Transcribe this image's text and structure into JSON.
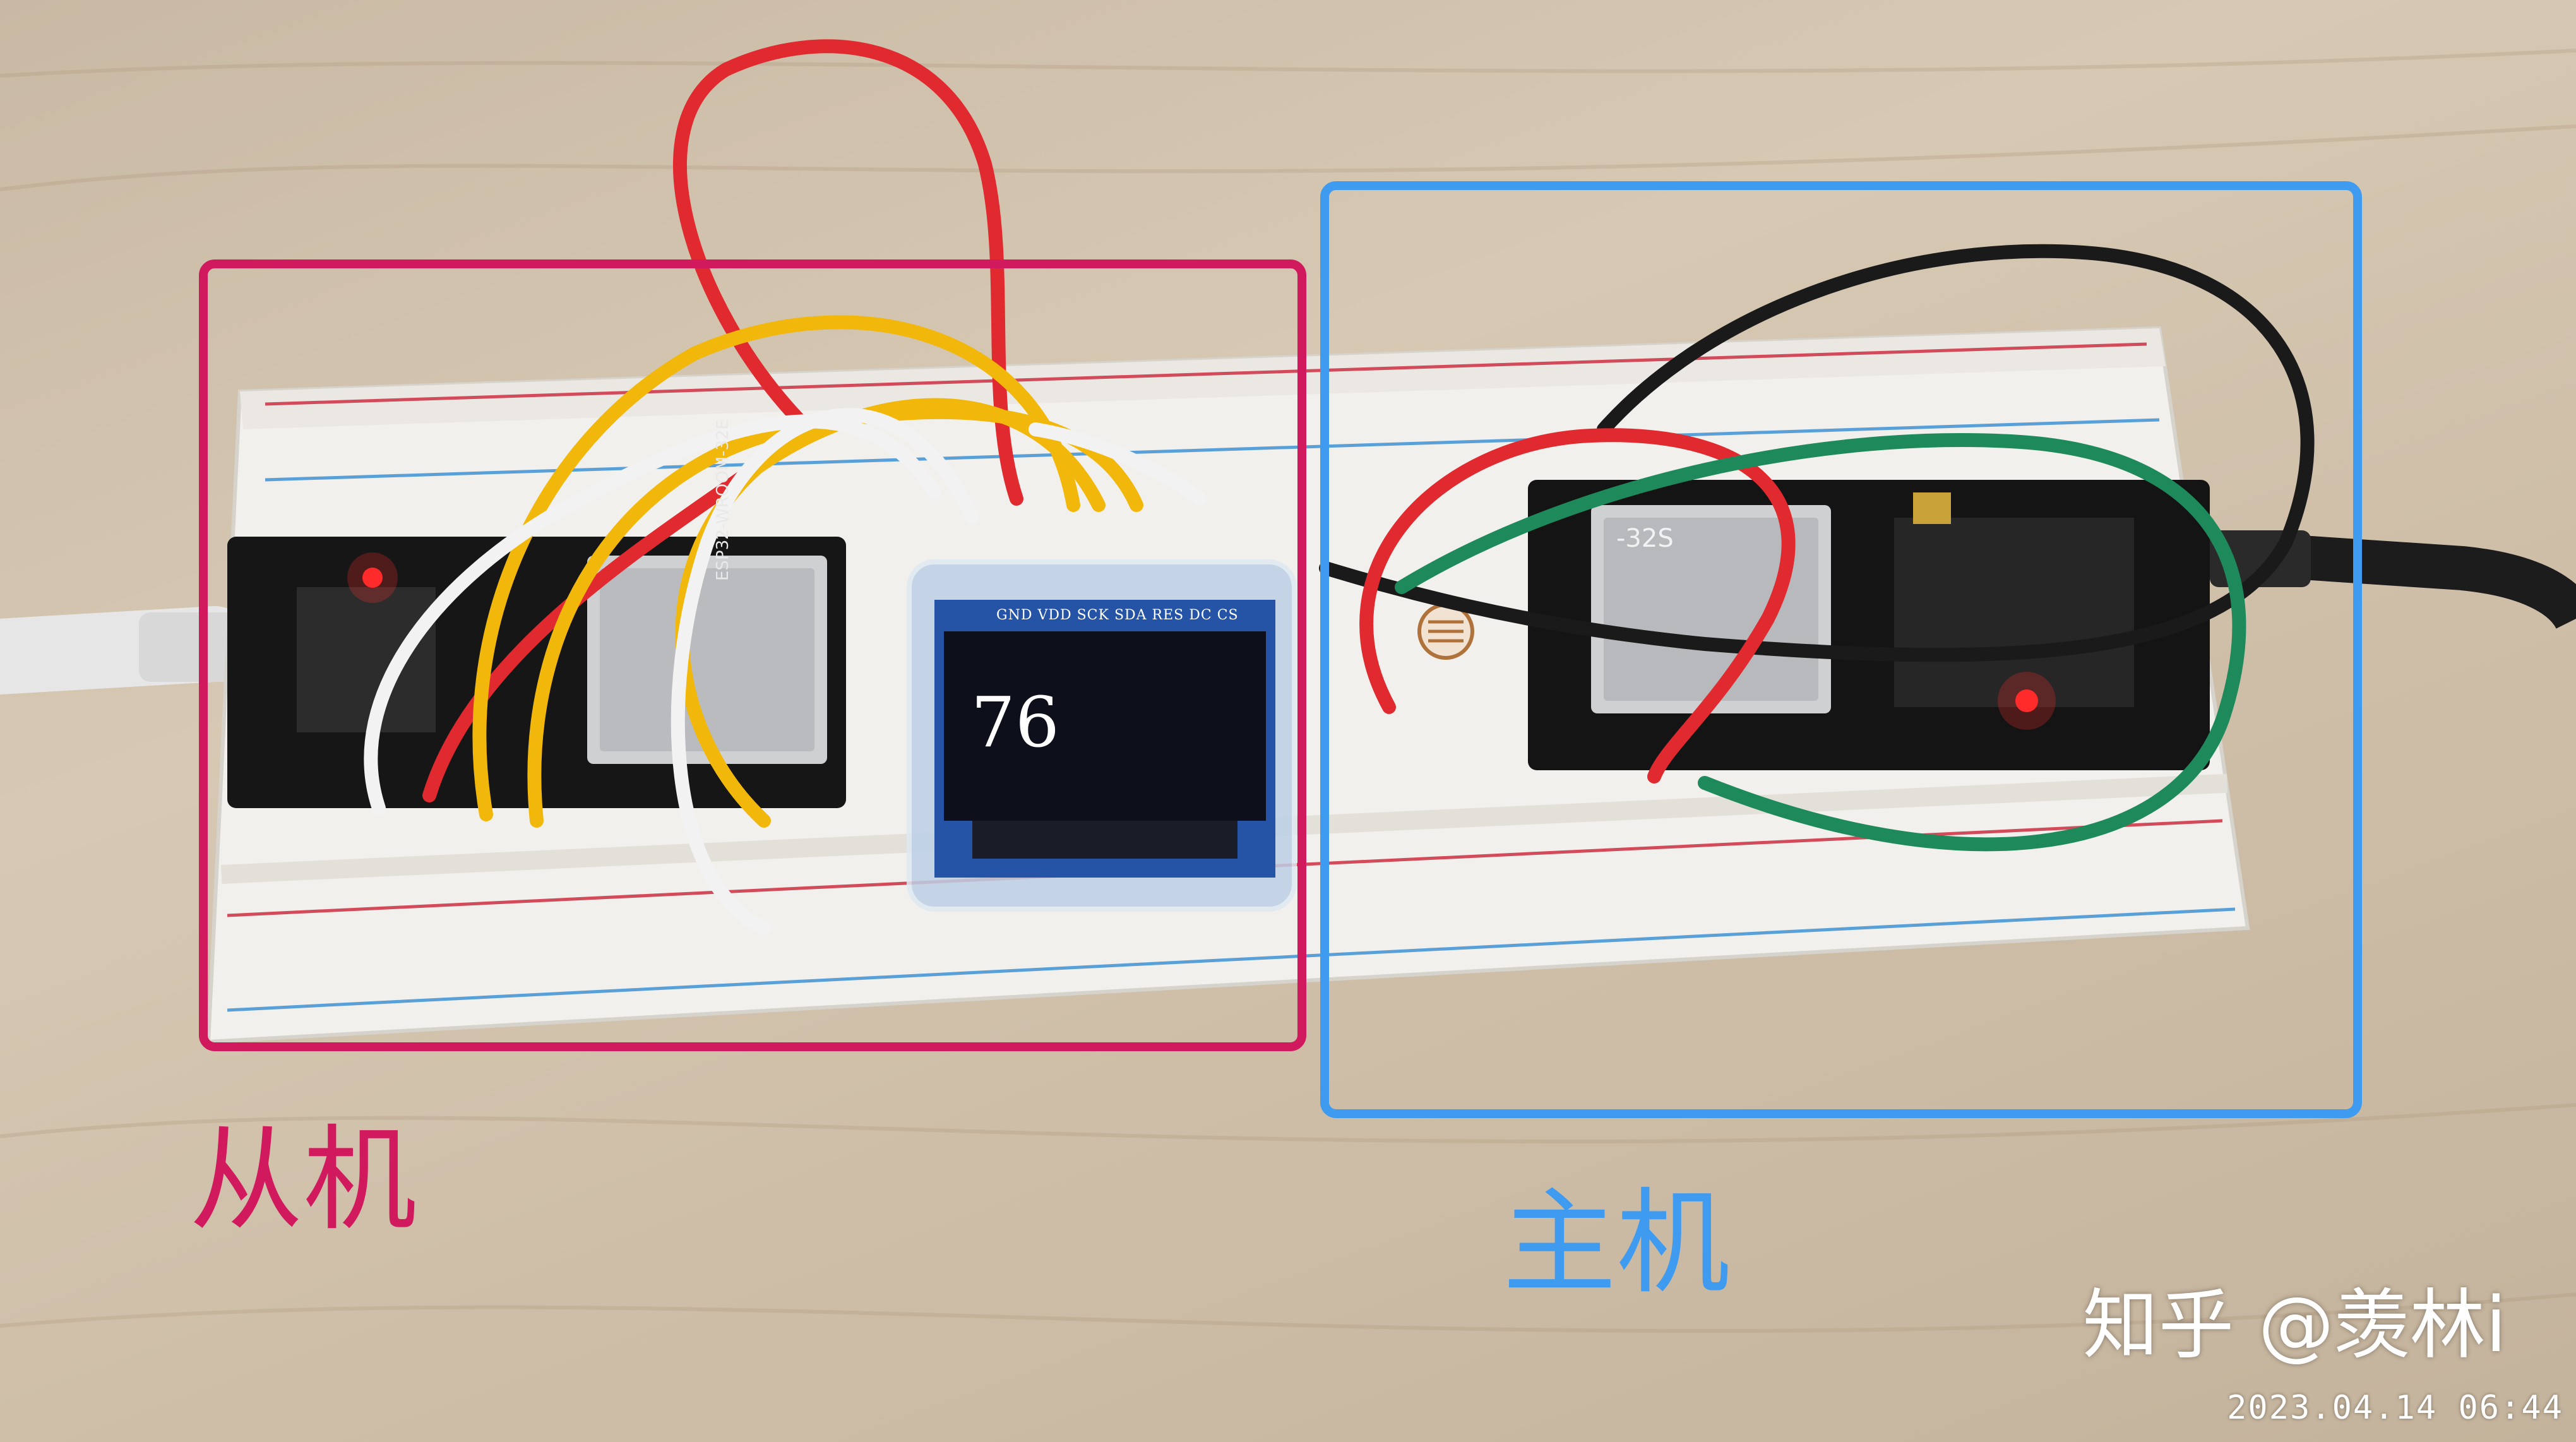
{
  "labels": {
    "slave": "从机",
    "master": "主机"
  },
  "oled": {
    "value": "76",
    "pins": "GND VDD SCK SDA RES DC CS"
  },
  "watermark": {
    "text": "知乎 @羡林i",
    "timestamp": "2023.04.14  06:44"
  },
  "modules": {
    "slave_chip": "ESP32-WROOM-32E",
    "master_chip": "-32S"
  },
  "colors": {
    "slave_box": "#d1195e",
    "master_box": "#3f9bef",
    "wire_red": "#e02a2f",
    "wire_yellow": "#f1b80b",
    "wire_white": "#f2f2f2",
    "wire_black": "#1a1a1a",
    "wire_green": "#1e8a5b"
  }
}
